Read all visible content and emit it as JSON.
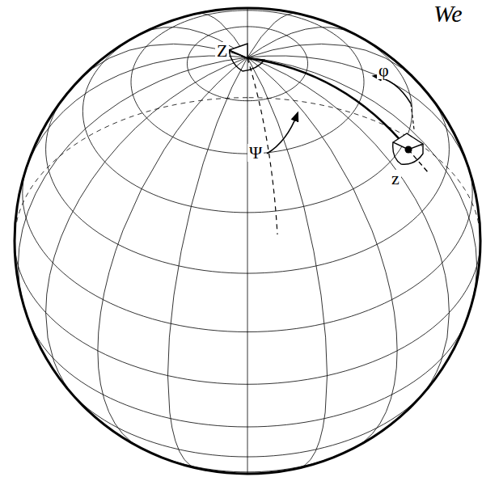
{
  "diagram": {
    "labels": [
      "We",
      "Z",
      "Ψ",
      "φ",
      "z"
    ]
  }
}
